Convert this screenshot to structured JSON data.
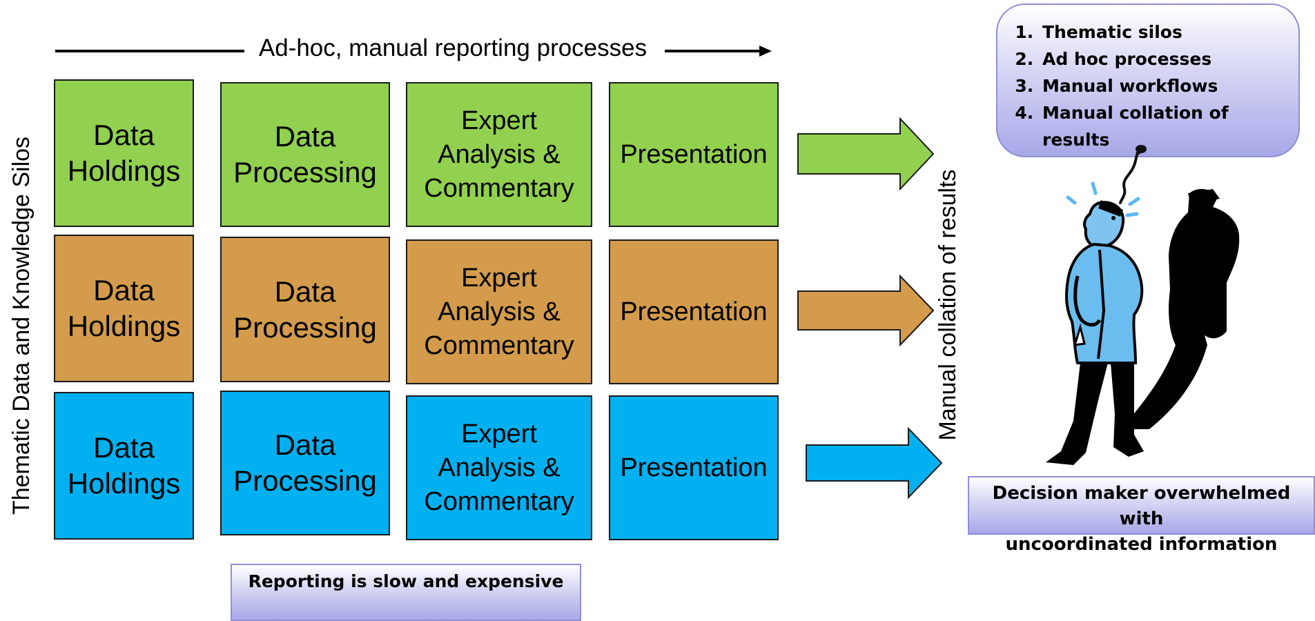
{
  "header": {
    "process_label": "Ad-hoc, manual reporting processes"
  },
  "side_label": "Thematic Data and Knowledge Silos",
  "collation_label": "Manual collation of results",
  "rows": [
    {
      "color": "#92d050",
      "cells": [
        "Data\nHoldings",
        "Data\nProcessing",
        "Expert\nAnalysis &\nCommentary",
        "Presentation"
      ]
    },
    {
      "color": "#d39b4b",
      "cells": [
        "Data\nHoldings",
        "Data\nProcessing",
        "Expert\nAnalysis &\nCommentary",
        "Presentation"
      ]
    },
    {
      "color": "#00b0f0",
      "cells": [
        "Data\nHoldings",
        "Data\nProcessing",
        "Expert\nAnalysis &\nCommentary",
        "Presentation"
      ]
    }
  ],
  "thought_bubble": {
    "items": [
      "Thematic silos",
      "Ad hoc processes",
      "Manual workflows",
      "Manual collation of results"
    ]
  },
  "decision_caption": "Decision maker overwhelmed with\nuncoordinated information",
  "reporting_caption": "Reporting is slow and expensive",
  "icons": {
    "person": "overwhelmed-person-icon",
    "arrow": "right-arrow-icon"
  }
}
